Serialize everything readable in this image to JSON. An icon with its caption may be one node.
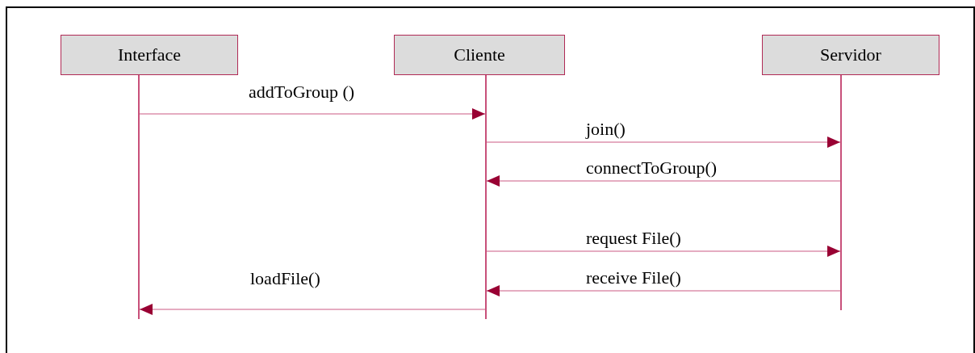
{
  "diagram": {
    "nodes": [
      {
        "text": [
          "Interface"
        ]
      },
      {
        "text": [
          "Cliente"
        ]
      },
      {
        "text": [
          "Servidor"
        ]
      },
      {
        "text": [],
        "shape": "line"
      },
      {
        "text": [],
        "shape": "line"
      },
      {
        "text": [],
        "shape": "line"
      }
    ],
    "edges": [
      {
        "from": 3,
        "to": 4,
        "arrow": "to",
        "label": "addToGroup ()"
      },
      {
        "from": 4,
        "to": 5,
        "arrow": "to",
        "label": "join()"
      },
      {
        "from": 5,
        "to": 4,
        "arrow": "to",
        "label": "connectToGroup()"
      },
      {
        "from": 4,
        "to": 5,
        "arrow": "to",
        "label": "request File()"
      },
      {
        "from": 5,
        "to": 4,
        "arrow": "to",
        "label": "receive File()"
      },
      {
        "from": 4,
        "to": 3,
        "arrow": "to",
        "label": "loadFile()"
      }
    ]
  }
}
